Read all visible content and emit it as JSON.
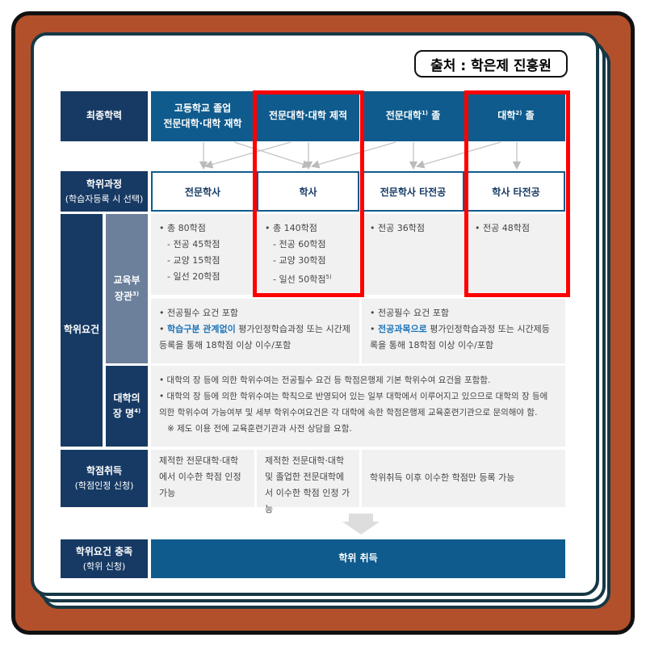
{
  "source_label": "출처 : 학은제 진흥원",
  "rows": {
    "final_edu": "최종학력",
    "degree_course": "학위과정",
    "degree_course_sub": "(학습자등록 시 선택)",
    "degree_req": "학위요건",
    "moe": "교육부",
    "moe2": "장관",
    "moe_sup": "3)",
    "univ": "대학의",
    "univ2": "장 명",
    "univ_sup": "4)",
    "credit": "학점취득",
    "credit_sub": "(학점인정 신청)",
    "fulfill": "학위요건 충족",
    "fulfill_sub": "(학위 신청)"
  },
  "headers": [
    {
      "l1": "고등학교 졸업",
      "l2": "전문대학·대학 재학"
    },
    {
      "l1": "전문대학·대학 제적"
    },
    {
      "l1": "전문대학",
      "sup": "1)",
      "l2": " 졸"
    },
    {
      "l1": "대학",
      "sup": "2)",
      "l2": " 졸"
    }
  ],
  "courses": [
    "전문학사",
    "학사",
    "전문학사 타전공",
    "학사 타전공"
  ],
  "credits": [
    [
      "• 총 80학점",
      "- 전공 45학점",
      "- 교양 15학점",
      "- 일선 20학점"
    ],
    [
      "• 총 140학점",
      "- 전공 60학점",
      "- 교양 30학점",
      "- 일선 50학점"
    ],
    [
      "• 전공 36학점"
    ],
    [
      "• 전공 48학점"
    ]
  ],
  "credits_sup": "5)",
  "moe_left": {
    "b1": "• 전공필수 요건 포함",
    "hl": "학습구분 관계없이",
    "b2": " 평가인정학습과정 또는 시간제등록을 통해 18학점 이상 이수/포함"
  },
  "moe_right": {
    "b1": "• 전공필수 요건 포함",
    "hl": "전공과목으로",
    "b2": " 평가인정학습과정 또는 시간제등록을 통해 18학점 이상 이수/포함"
  },
  "univ_text": [
    "• 대학의 장 등에 의한 학위수여는 전공필수 요건 등 학점은행제 기본 학위수여 요건을 포함함.",
    "• 대학의 장 등에 의한 학위수여는 학칙으로 반영되어 있는 일부 대학에서 이루어지고 있으므로 대학의 장 등에 의한 학위수여 가능여부 및 세부 학위수여요건은 각 대학에 속한 학점은행제 교육훈련기관으로 문의해야 함.",
    "※ 제도 이용 전에 교육훈련기관과 사전 상담을 요함."
  ],
  "credit_cells": [
    "제적한 전문대학·대학에서 이수한 학점 인정 가능",
    "제적한 전문대학·대학 및 졸업한 전문대학에서 이수한 학점 인정 가능",
    "학위취득 이후 이수한 학점만 등록 가능"
  ],
  "result": "학위 취득",
  "colors": {
    "navy": "#173a64",
    "blue": "#0f5b8d",
    "slate": "#6c809c",
    "highlight": "#f00",
    "brown": "#b2502c"
  }
}
